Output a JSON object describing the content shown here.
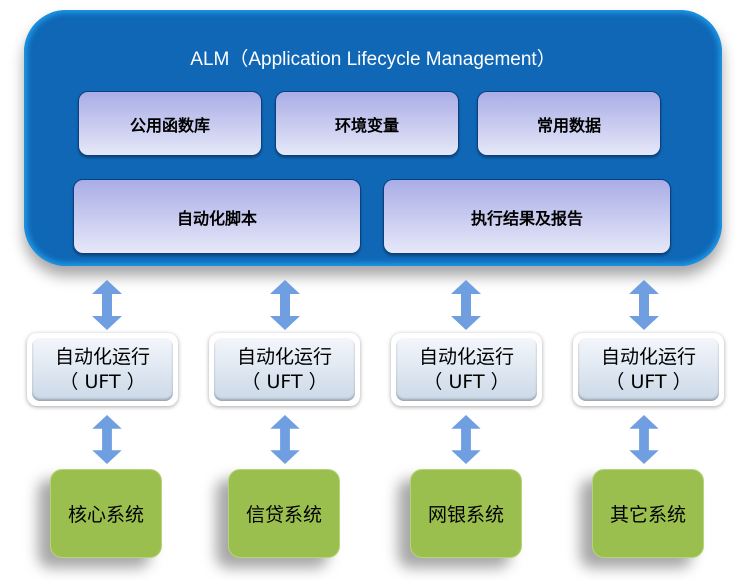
{
  "alm": {
    "title": "ALM（Application  Lifecycle Management）",
    "modules_row1": [
      "公用函数库",
      "环境变量",
      "常用数据"
    ],
    "modules_row2": [
      "自动化脚本",
      "执行结果及报告"
    ]
  },
  "runners": [
    {
      "line1": "自动化运行",
      "line2": "（ UFT ）"
    },
    {
      "line1": "自动化运行",
      "line2": "（ UFT ）"
    },
    {
      "line1": "自动化运行",
      "line2": "（ UFT ）"
    },
    {
      "line1": "自动化运行",
      "line2": "（ UFT ）"
    }
  ],
  "systems": [
    "核心系统",
    "信贷系统",
    "网银系统",
    "其它系统"
  ],
  "colors": {
    "alm": "#0f67b6",
    "arrow": "#6f9fe0",
    "system": "#9bbf4f"
  }
}
